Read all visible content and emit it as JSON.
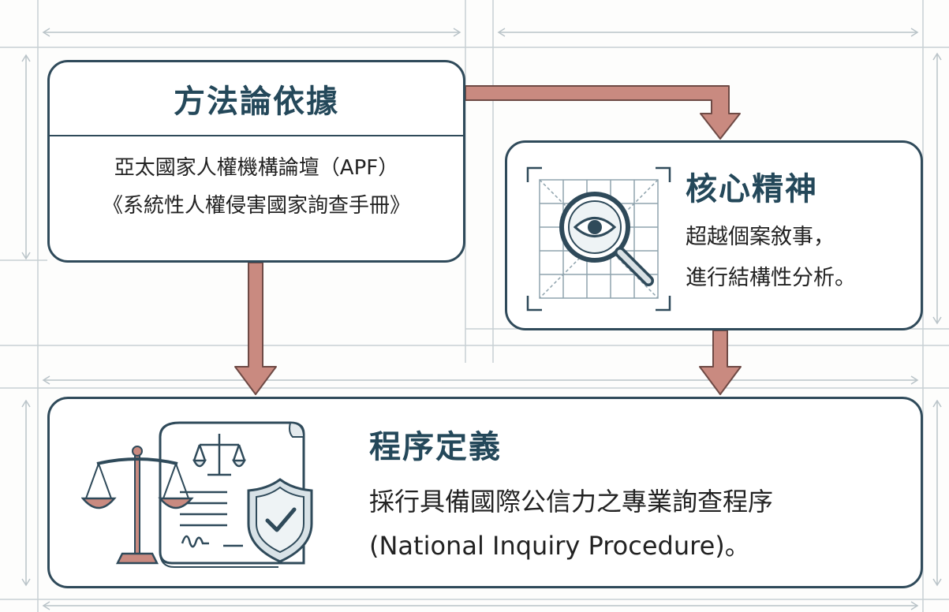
{
  "method": {
    "title": "方法論依據",
    "lines": [
      "亞太國家人權機構論壇（APF）",
      "《系統性人權侵害國家詢查手冊》"
    ]
  },
  "spirit": {
    "title": "核心精神",
    "lines": [
      "超越個案敘事，",
      "進行結構性分析。"
    ],
    "icon": "magnifier-eye-icon"
  },
  "procedure": {
    "title": "程序定義",
    "lines": [
      "採行具備國際公信力之專業詢查程序",
      "(National Inquiry Procedure)。"
    ],
    "icons": [
      "scales-icon",
      "document-icon",
      "shield-check-icon"
    ]
  },
  "colors": {
    "border": "#2f4a5a",
    "title": "#24485a",
    "arrow": "#c98a80",
    "arrow_stroke": "#6e4a45",
    "guide": "#c8d0d4"
  }
}
